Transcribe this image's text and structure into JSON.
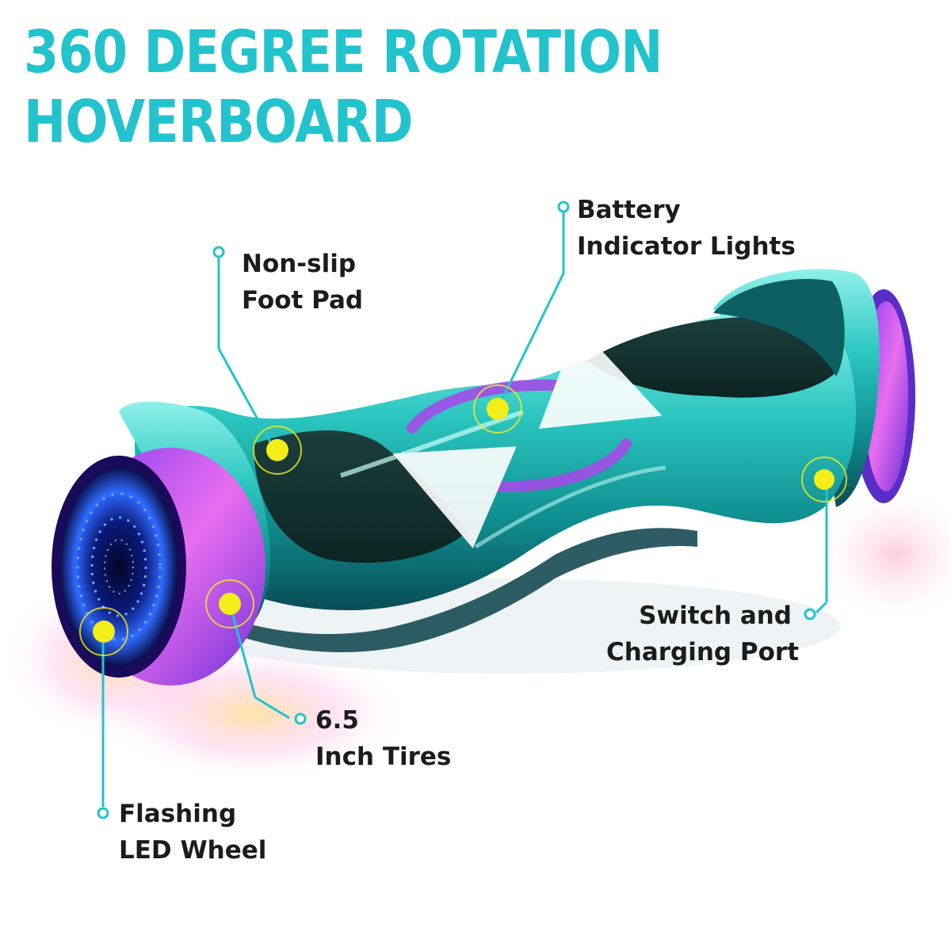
{
  "title": {
    "line1": "360 DEGREE ROTATION",
    "line2": "HOVERBOARD"
  },
  "callouts": {
    "non_slip": {
      "line1": "Non-slip",
      "line2": "Foot Pad"
    },
    "battery": {
      "line1": "Battery",
      "line2": "Indicator Lights"
    },
    "switch": {
      "line1": "Switch and",
      "line2": "Charging Port"
    },
    "tires": {
      "line1": "6.5",
      "line2": "Inch Tires"
    },
    "led_wheel": {
      "line1": "Flashing",
      "line2": "LED Wheel"
    }
  },
  "colors": {
    "accent": "#22c3cd",
    "text": "#1c1c1c",
    "marker": "#f3ee1a",
    "board": "#27c2bd",
    "rotation_arrow": "#a24ce8",
    "wheel_light": "#d24be0"
  }
}
